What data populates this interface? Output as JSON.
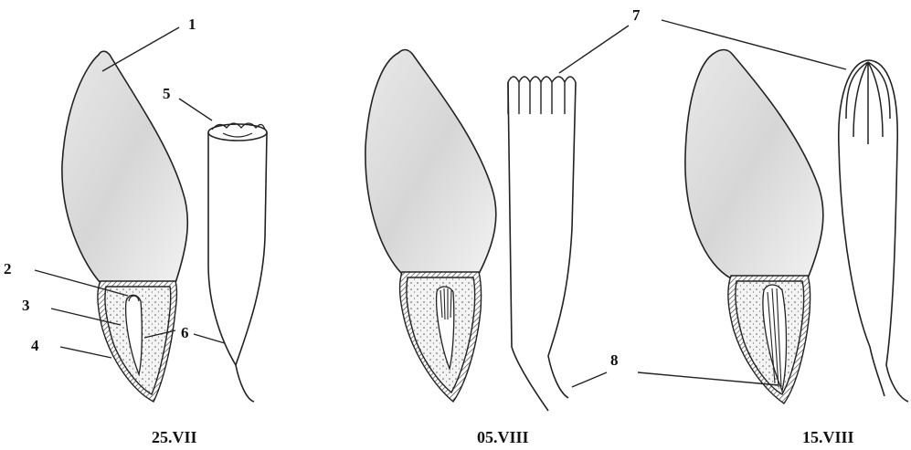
{
  "figure": {
    "labels": {
      "l1": "1",
      "l2": "2",
      "l3": "3",
      "l4": "4",
      "l5": "5",
      "l6": "6",
      "l7": "7",
      "l8": "8"
    },
    "dates": [
      "25.VII",
      "05.VIII",
      "15.VIII"
    ]
  }
}
